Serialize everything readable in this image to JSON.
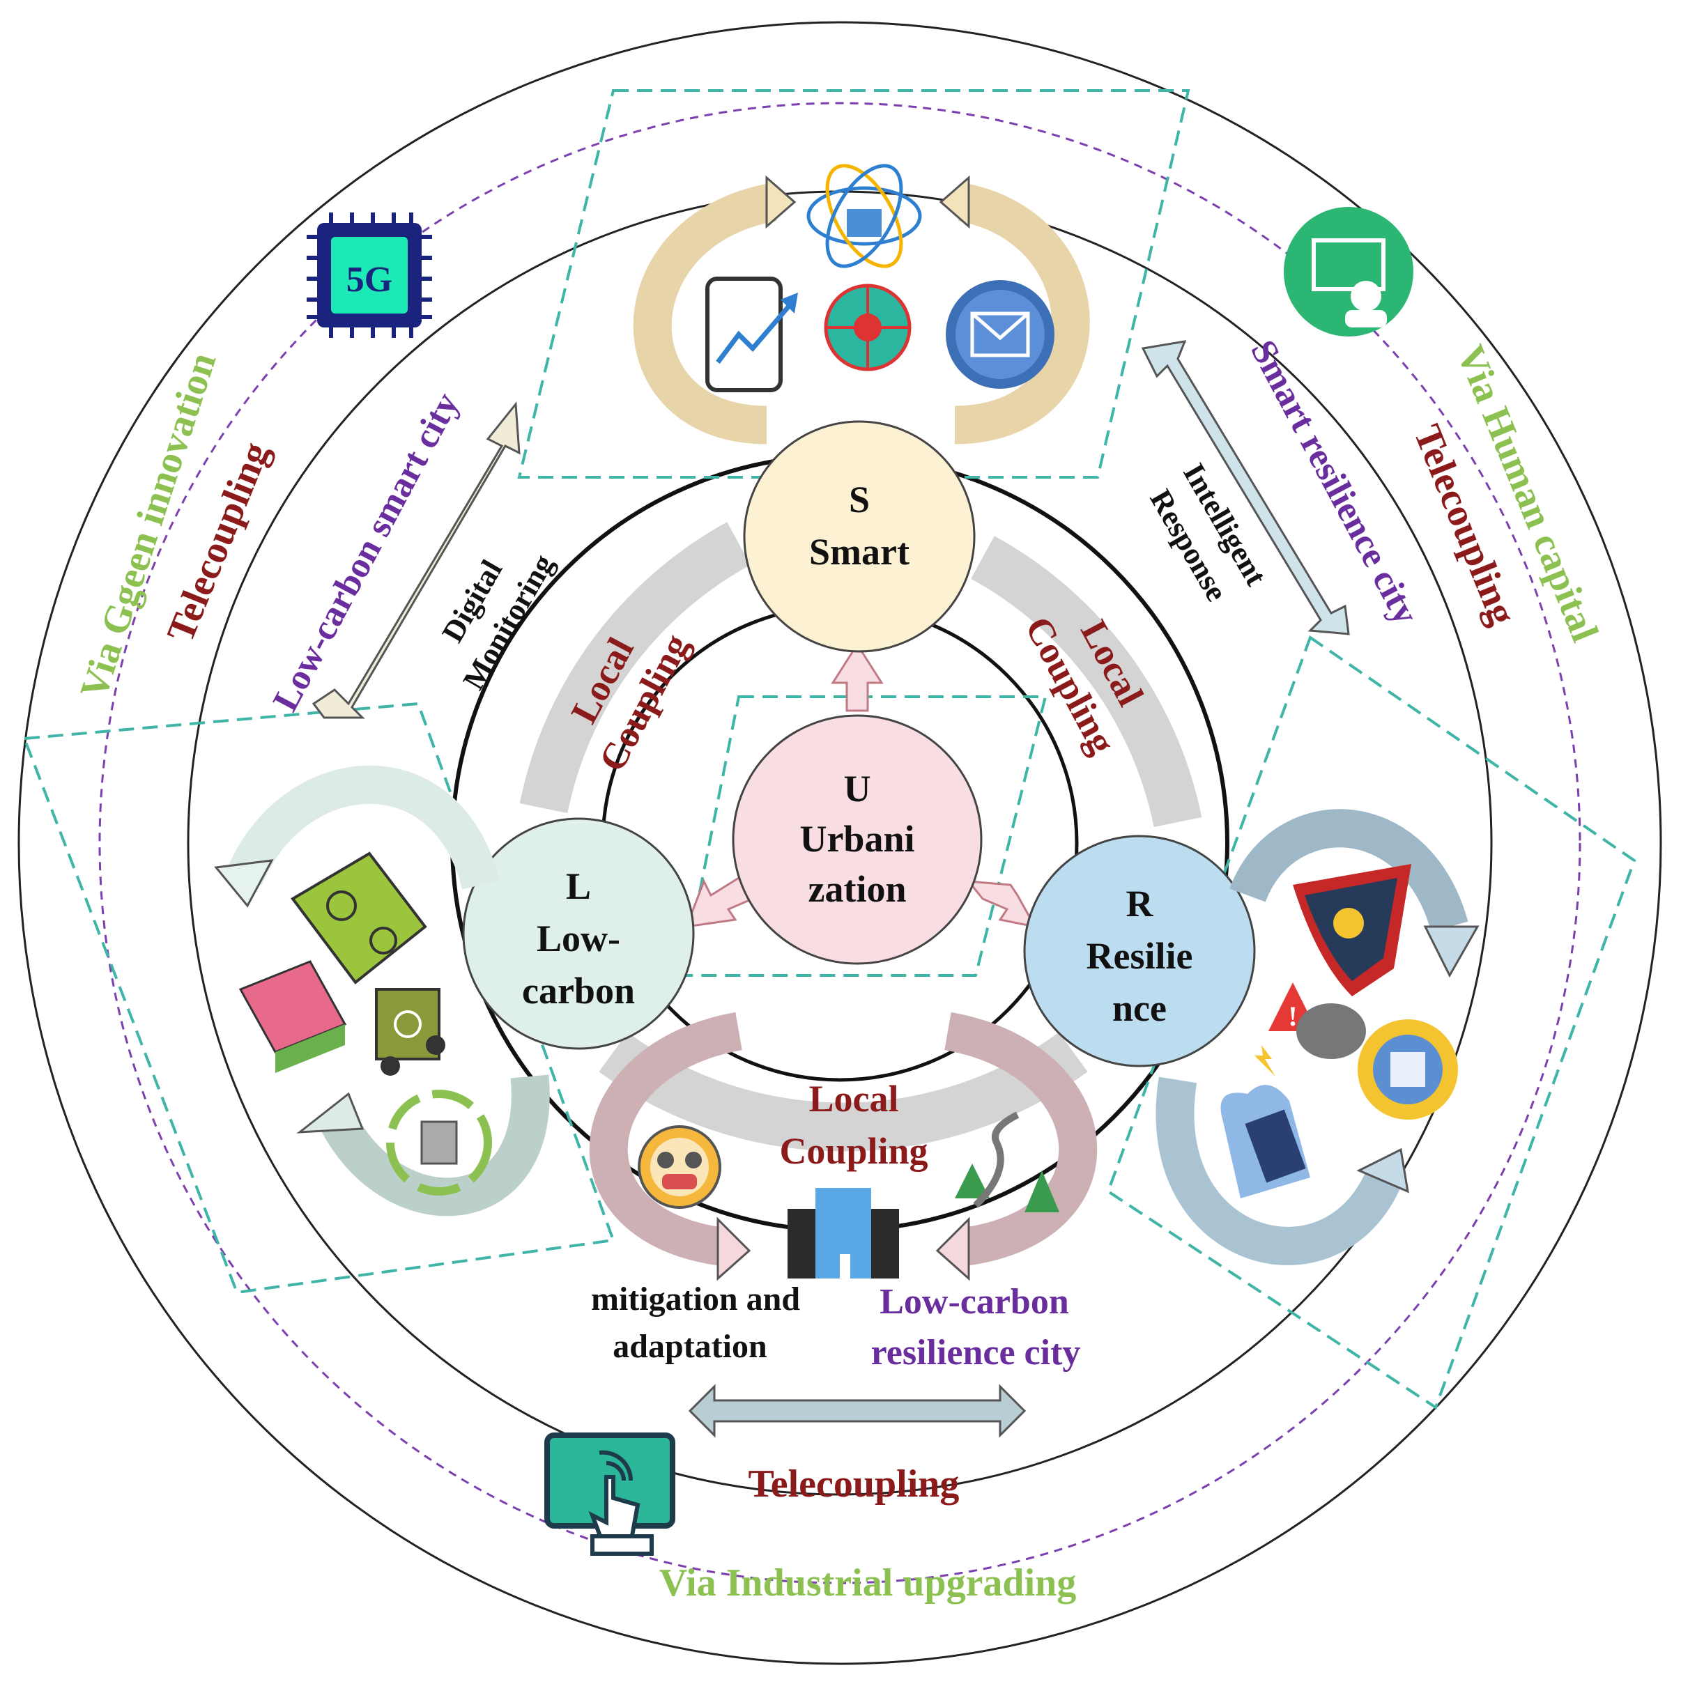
{
  "nodes": {
    "urbanization": {
      "letter": "U",
      "line1": "Urbani",
      "line2": "zation"
    },
    "smart": {
      "letter": "S",
      "line1": "Smart"
    },
    "lowcarbon": {
      "letter": "L",
      "line1": "Low-",
      "line2": "carbon"
    },
    "resilience": {
      "letter": "R",
      "line1": "Resilie",
      "line2": "nce"
    }
  },
  "local_coupling": {
    "left": {
      "line1": "Local",
      "line2": "Coupling"
    },
    "right": {
      "line1": "Local",
      "line2": "Coupling"
    },
    "bottom": {
      "line1": "Local",
      "line2": "Coupling"
    }
  },
  "links": {
    "digital_monitoring": {
      "line1": "Digital",
      "line2": "Monitoring"
    },
    "intelligent_response": {
      "line1": "Intelligent",
      "line2": "Response"
    },
    "mitigation": {
      "line1": "mitigation and",
      "line2": "adaptation"
    }
  },
  "cities": {
    "low_carbon_smart": "Low-carbon smart city",
    "smart_resilience": "Smart resilience city",
    "low_carbon_resilience": {
      "line1": "Low-carbon",
      "line2": "resilience city"
    }
  },
  "telecoupling": {
    "left": "Telecoupling",
    "right": "Telecoupling",
    "bottom": "Telecoupling"
  },
  "pathways": {
    "green_innovation": "Via Ggeen innovation",
    "human_capital": "Via Human capital",
    "industrial_upgrading": "Via Industrial upgrading"
  },
  "icons": {
    "chip": {
      "name": "5g-chip-icon",
      "label": "5G"
    },
    "engineer": "engineer-blueprint-icon",
    "touchscreen": "touchscreen-icon",
    "smart_cluster": [
      "smart-city-atom-icon",
      "mobile-growth-chart-icon",
      "globe-network-icon",
      "email-icon"
    ],
    "lowcarbon_cluster": [
      "green-map-icon",
      "green-building-icon",
      "recycling-truck-icon",
      "recycle-bin-icon"
    ],
    "resilience_cluster": [
      "shield-sun-icon",
      "warning-storm-icon",
      "gear-document-icon",
      "flood-city-icon"
    ],
    "mitigation_cluster": [
      "people-target-icon",
      "office-building-icon",
      "forest-road-icon"
    ]
  },
  "colors": {
    "urbanization": "#f8dde2",
    "smart": "#fcf1d3",
    "lowcarbon": "#dff0e8",
    "resilience": "#bcdcef",
    "maroon": "#8b1a1a",
    "purple": "#6a2d9e",
    "green": "#8cc152",
    "dash_teal": "#3fb5a8",
    "dash_blue": "#3a7fc4",
    "dash_purple": "#7b3fb0"
  }
}
